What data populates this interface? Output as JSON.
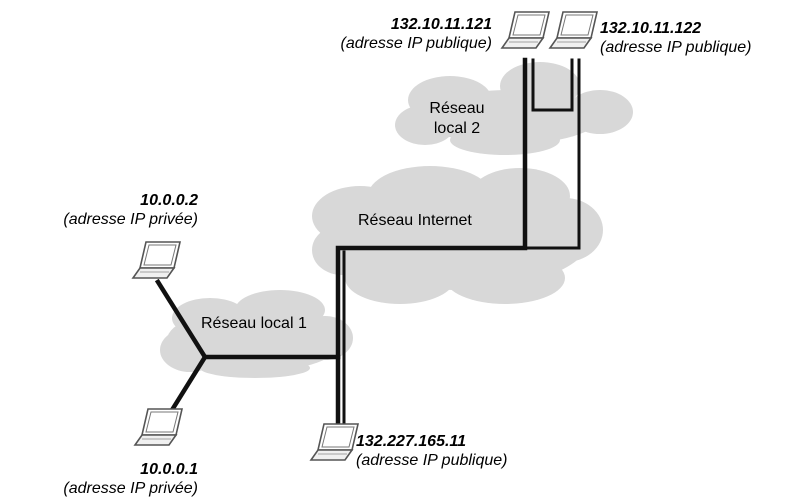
{
  "networks": {
    "local1": "Réseau local 1",
    "local2_line1": "Réseau",
    "local2_line2": "local 2",
    "internet": "Réseau Internet"
  },
  "hosts": {
    "h1": {
      "ip": "132.10.11.121",
      "note": "(adresse IP publique)"
    },
    "h2": {
      "ip": "132.10.11.122",
      "note": "(adresse IP publique)"
    },
    "h3": {
      "ip": "10.0.0.2",
      "note": "(adresse IP privée)"
    },
    "h4": {
      "ip": "10.0.0.1",
      "note": "(adresse IP privée)"
    },
    "h5": {
      "ip": "132.227.165.11",
      "note": "(adresse IP publique)"
    }
  },
  "colors": {
    "cloud": "#d8d8d8",
    "line": "#111111",
    "laptop": "#555555"
  }
}
